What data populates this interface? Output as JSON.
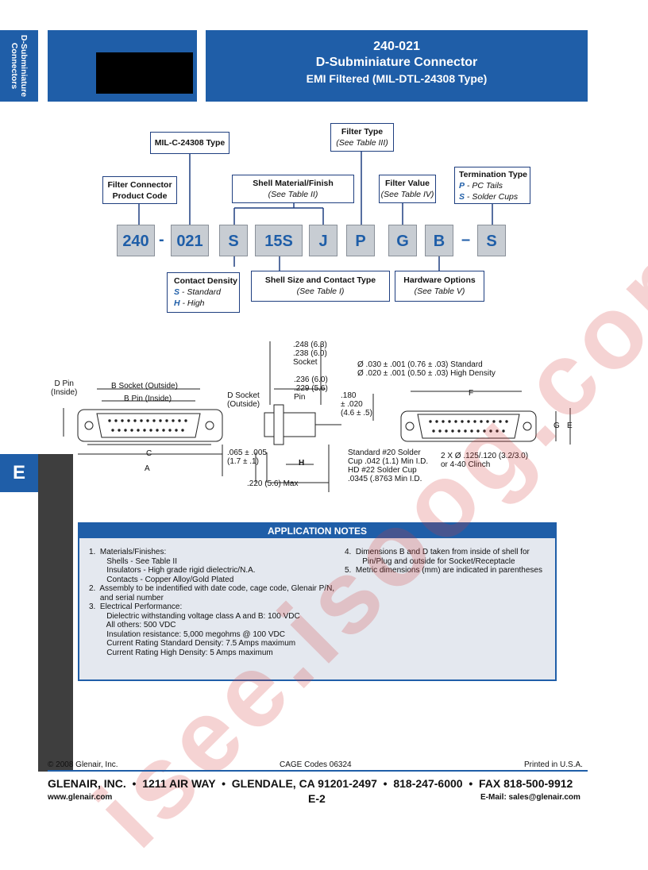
{
  "side_tab": "D-Subminiature\nConnectors",
  "header": {
    "part_no": "240-021",
    "title": "D-Subminiature Connector",
    "subtitle": "EMI Filtered (MIL-DTL-24308 Type)"
  },
  "labels": {
    "mil_type": "MIL-C-24308 Type",
    "filter_type_title": "Filter Type",
    "filter_type_ref": "(See Table III)",
    "product_code_1": "Filter Connector",
    "product_code_2": "Product Code",
    "shell_mat_title": "Shell Material/Finish",
    "shell_mat_ref": "(See Table II)",
    "filter_value_title": "Filter Value",
    "filter_value_ref": "(See Table IV)",
    "term_title": "Termination Type",
    "term_p_code": "P",
    "term_p": " - PC Tails",
    "term_s_code": "S",
    "term_s": " - Solder Cups",
    "contact_density": "Contact Density",
    "cd_s_code": "S",
    "cd_s": " - Standard",
    "cd_h_code": "H",
    "cd_h": " - High",
    "shell_size_title": "Shell Size and Contact Type",
    "shell_size_ref": "(See Table I)",
    "hardware_title": "Hardware Options",
    "hardware_ref": "(See Table V)"
  },
  "code_parts": [
    "240",
    "-",
    "021",
    "S",
    "15S",
    "J",
    "P",
    "G",
    "B",
    "–",
    "S"
  ],
  "drawing": {
    "d_pin": "D Pin\n(Inside)",
    "b_socket": "B Socket (Outside)",
    "b_pin": "B Pin (Inside)",
    "c": "C",
    "a": "A",
    "d_socket": "D Socket\n(Outside)",
    "socket_dim": ".248 (6.3)\n.238 (6.0)\nSocket",
    "pin_dim": ".236 (6.0)\n.229 (5.6)\nPin",
    "dim_180": ".180\n± .020\n(4.6 ± .5)",
    "dim_065": ".065 ± .005\n(1.7 ± .1)",
    "h": "H",
    "dim_220": ".220 (5.6) Max",
    "solder_cup": "Standard #20 Solder\nCup .042 (1.1) Min I.D.\nHD #22 Solder Cup\n.0345 (.8763 Min I.D.",
    "dia": "Ø .030 ± .001 (0.76 ± .03) Standard\nØ .020 ± .001 (0.50 ± .03) High Density",
    "f": "F",
    "g": "G",
    "e": "E",
    "clinch": "2 X Ø .125/.120 (3.2/3.0)\nor 4-40 Clinch"
  },
  "section_tab": "E",
  "notes": {
    "title": "APPLICATION NOTES",
    "left": "1.  Materials/Finishes:\n        Shells - See Table II\n        Insulators - High grade rigid dielectric/N.A.\n        Contacts - Copper Alloy/Gold Plated\n2.  Assembly to be indentified with date code, cage code, Glenair P/N,\n     and serial number\n3.  Electrical Performance:\n        Dielectric withstanding voltage class A and B: 100 VDC\n        All others: 500 VDC\n        Insulation resistance: 5,000 megohms @ 100 VDC\n        Current Rating Standard Density: 7.5 Amps maximum\n        Current Rating High Density: 5 Amps maximum",
    "right": "4.  Dimensions B and D taken from inside of shell for\n        Pin/Plug and outside for Socket/Receptacle\n5.  Metric dimensions (mm) are indicated in parentheses"
  },
  "footer": {
    "copyright": "© 2008 Glenair, Inc.",
    "cage": "CAGE Codes 06324",
    "printed": "Printed in U.S.A.",
    "address": "GLENAIR, INC.  •  1211 AIR WAY  •  GLENDALE, CA 91201-2497  •  818-247-6000  •  FAX 818-500-9912",
    "web": "www.glenair.com",
    "page": "E-2",
    "email": "E-Mail: sales@glenair.com"
  },
  "watermark": "isee.isoog.com",
  "colors": {
    "brand_blue": "#1f5ea8",
    "code_gray": "#c8cdd3",
    "notes_bg": "#e4e8ef",
    "watermark_red": "#d63a3a"
  }
}
